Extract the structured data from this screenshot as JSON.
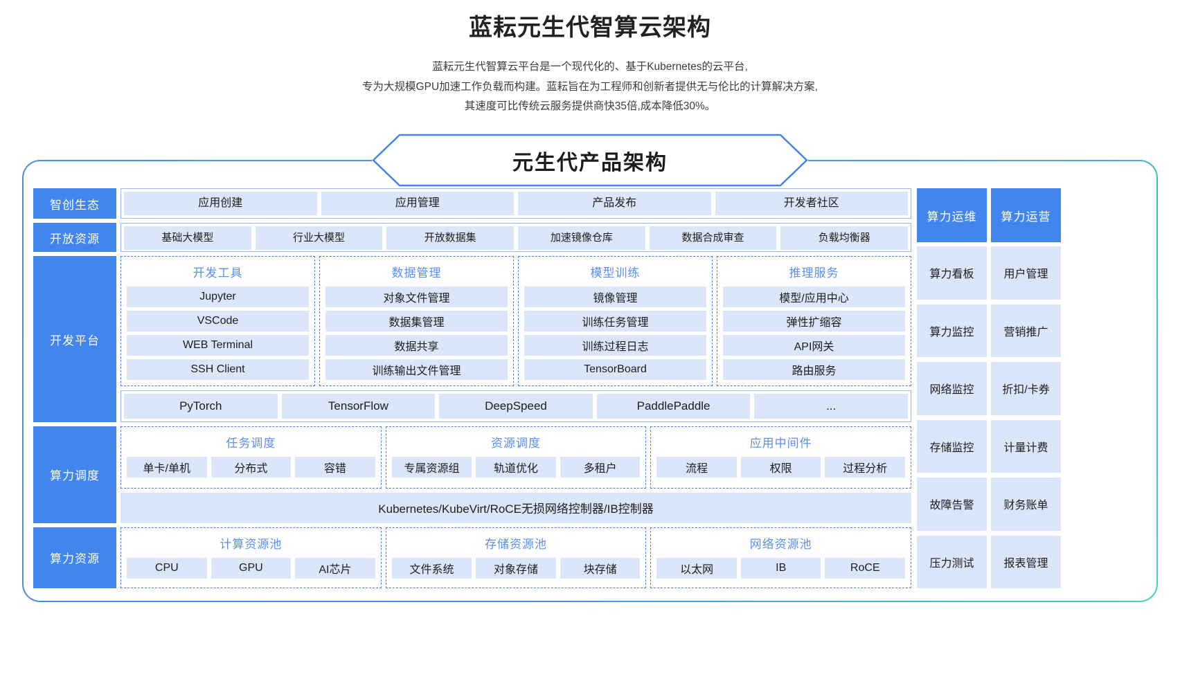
{
  "header": {
    "title": "蓝耘元生代智算云架构",
    "subtitle_lines": [
      "蓝耘元生代智算云平台是一个现代化的、基于Kubernetes的云平台,",
      "专为大规模GPU加速工作负载而构建。蓝耘旨在为工程师和创新者提供无与伦比的计算解决方案,",
      "其速度可比传统云服务提供商快35倍,成本降低30%。"
    ]
  },
  "banner": {
    "label": "元生代产品架构"
  },
  "rows": {
    "ecosystem": {
      "label": "智创生态",
      "items": [
        "应用创建",
        "应用管理",
        "产品发布",
        "开发者社区"
      ]
    },
    "open_resource": {
      "label": "开放资源",
      "items": [
        "基础大模型",
        "行业大模型",
        "开放数据集",
        "加速镜像仓库",
        "数据合成审查",
        "负载均衡器"
      ]
    },
    "dev_platform": {
      "label": "开发平台",
      "groups": [
        {
          "title": "开发工具",
          "items": [
            "Jupyter",
            "VSCode",
            "WEB Terminal",
            "SSH Client"
          ]
        },
        {
          "title": "数据管理",
          "items": [
            "对象文件管理",
            "数据集管理",
            "数据共享",
            "训练输出文件管理"
          ]
        },
        {
          "title": "模型训练",
          "items": [
            "镜像管理",
            "训练任务管理",
            "训练过程日志",
            "TensorBoard"
          ]
        },
        {
          "title": "推理服务",
          "items": [
            "模型/应用中心",
            "弹性扩缩容",
            "API网关",
            "路由服务"
          ]
        }
      ],
      "frameworks": [
        "PyTorch",
        "TensorFlow",
        "DeepSpeed",
        "PaddlePaddle",
        "..."
      ]
    },
    "scheduling": {
      "label": "算力调度",
      "groups": [
        {
          "title": "任务调度",
          "items": [
            "单卡/单机",
            "分布式",
            "容错"
          ]
        },
        {
          "title": "资源调度",
          "items": [
            "专属资源组",
            "轨道优化",
            "多租户"
          ]
        },
        {
          "title": "应用中间件",
          "items": [
            "流程",
            "权限",
            "过程分析"
          ]
        }
      ],
      "platform_bar": "Kubernetes/KubeVirt/RoCE无损网络控制器/IB控制器"
    },
    "compute_resource": {
      "label": "算力资源",
      "groups": [
        {
          "title": "计算资源池",
          "items": [
            "CPU",
            "GPU",
            "AI芯片"
          ]
        },
        {
          "title": "存储资源池",
          "items": [
            "文件系统",
            "对象存储",
            "块存储"
          ]
        },
        {
          "title": "网络资源池",
          "items": [
            "以太网",
            "IB",
            "RoCE"
          ]
        }
      ]
    }
  },
  "sidebar": {
    "headers": [
      "算力运维",
      "算力运营"
    ],
    "rows": [
      [
        "算力看板",
        "用户管理"
      ],
      [
        "算力监控",
        "营销推广"
      ],
      [
        "网络监控",
        "折扣/卡券"
      ],
      [
        "存储监控",
        "计量计费"
      ],
      [
        "故障告警",
        "财务账单"
      ],
      [
        "压力测试",
        "报表管理"
      ]
    ]
  },
  "colors": {
    "accent_blue": "#4285ec",
    "cell_blue": "#dce6fa",
    "group_title": "#5a8ef0",
    "frame_gradient_end": "#3fd3b4"
  }
}
